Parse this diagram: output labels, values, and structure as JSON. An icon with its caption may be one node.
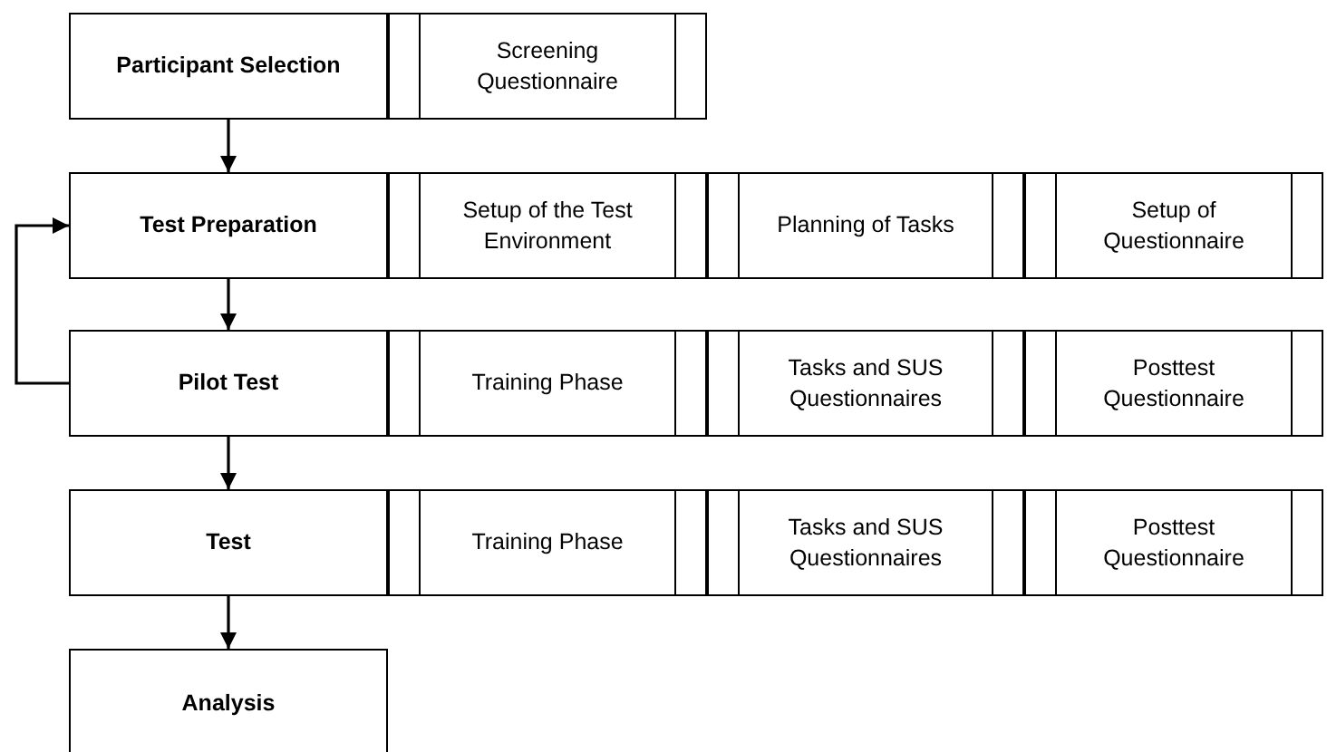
{
  "diagram": {
    "nodes": [
      {
        "text": [
          "Participant Selection"
        ]
      },
      {
        "text": [
          "Screening Questionnaire"
        ]
      },
      {
        "text": [
          "Test Preparation"
        ]
      },
      {
        "text": [
          "Setup of the Test Environment"
        ]
      },
      {
        "text": [
          "Planning of Tasks"
        ]
      },
      {
        "text": [
          "Setup of Questionnaire"
        ]
      },
      {
        "text": [
          "Pilot Test"
        ]
      },
      {
        "text": [
          "Training Phase"
        ]
      },
      {
        "text": [
          "Tasks and SUS Questionnaires"
        ]
      },
      {
        "text": [
          "Posttest Questionnaire"
        ]
      },
      {
        "text": [
          "Test"
        ]
      },
      {
        "text": [
          "Training Phase"
        ]
      },
      {
        "text": [
          "Tasks and SUS Questionnaires"
        ]
      },
      {
        "text": [
          "Posttest Questionnaire"
        ]
      },
      {
        "text": [
          "Analysis"
        ]
      }
    ],
    "edges": [
      {
        "from": 0,
        "to": 2,
        "arrow": "to"
      },
      {
        "from": 2,
        "to": 6,
        "arrow": "to"
      },
      {
        "from": 6,
        "to": 2,
        "arrow": "to"
      },
      {
        "from": 6,
        "to": 10,
        "arrow": "to"
      },
      {
        "from": 10,
        "to": 14,
        "arrow": "to"
      }
    ]
  }
}
